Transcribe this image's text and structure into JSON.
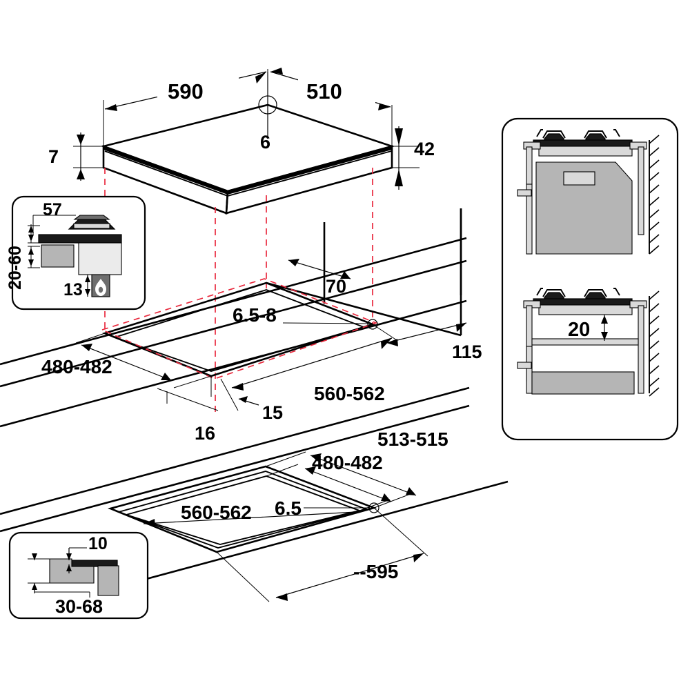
{
  "document": {
    "type": "technical-installation-drawing",
    "subject": "built-in gas hob installation dimensions",
    "units": "mm"
  },
  "hob_view": {
    "name": "isometric hob exterior dimensions",
    "dims": {
      "width": "590",
      "depth": "510",
      "corner_radius": "6",
      "glass_thickness": "7",
      "body_height": "42"
    }
  },
  "cutout_view_upper": {
    "name": "worktop cutout dimensions (upper)",
    "dims": {
      "cutout_depth": "480-482",
      "cutout_width": "560-562",
      "corner_radius": "6.5-8",
      "rear_clearance": "70",
      "front_edge_offset": "15",
      "side_edge_offset": "16",
      "rear_wall_distance": "115"
    }
  },
  "cutout_view_lower": {
    "name": "worktop cutout dimensions (lower)",
    "dims": {
      "outer_depth": "513-515",
      "cutout_depth": "480-482",
      "cutout_width": "560-562",
      "corner_radius": "6.5",
      "outer_width": "--595"
    }
  },
  "inset_left": {
    "name": "burner / worktop thickness detail",
    "dims": {
      "burner_width": "57",
      "worktop_thickness": "20-60",
      "gas_pipe_clearance": "13"
    },
    "icons": {
      "gas": "flame-icon"
    }
  },
  "inset_bottom_left": {
    "name": "worktop edge overhang detail",
    "dims": {
      "overhang": "10",
      "edge_range": "30-68"
    }
  },
  "side_panel": {
    "name": "side section views",
    "views": [
      {
        "id": "hob-over-oven",
        "label": "",
        "dims": {}
      },
      {
        "id": "hob-over-shelf",
        "label": "",
        "dims": {
          "clearance": "20"
        }
      }
    ]
  },
  "colors": {
    "line": "#000000",
    "projection": "#e8293d",
    "fill_black": "#1a1a1a",
    "fill_dark_gray": "#6e6e6e",
    "fill_mid_gray": "#b5b5b5",
    "fill_light_gray": "#d9d9d9",
    "background": "#ffffff"
  }
}
